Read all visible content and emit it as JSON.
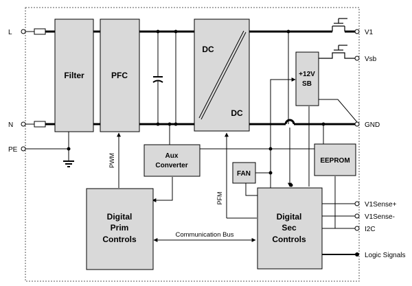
{
  "pins": {
    "L": "L",
    "N": "N",
    "PE": "PE",
    "V1": "V1",
    "Vsb": "Vsb",
    "GND": "GND",
    "V1Sense_plus": "V1Sense+",
    "V1Sense_minus": "V1Sense-",
    "I2C": "I2C",
    "Logic": "Logic Signals"
  },
  "blocks": {
    "filter": "Filter",
    "pfc": "PFC",
    "dc_in": "DC",
    "dc_out": "DC",
    "sb_line1": "+12V",
    "sb_line2": "SB",
    "aux_line1": "Aux",
    "aux_line2": "Converter",
    "fan": "FAN",
    "eeprom": "EEPROM",
    "prim_line1": "Digital",
    "prim_line2": "Prim",
    "prim_line3": "Controls",
    "sec_line1": "Digital",
    "sec_line2": "Sec",
    "sec_line3": "Controls"
  },
  "signals": {
    "pwm": "PWM",
    "pfm": "PFM",
    "bus": "Communication Bus"
  },
  "colors": {
    "block_fill": "#d9d9d9",
    "line": "#000000",
    "border": "#555555"
  }
}
